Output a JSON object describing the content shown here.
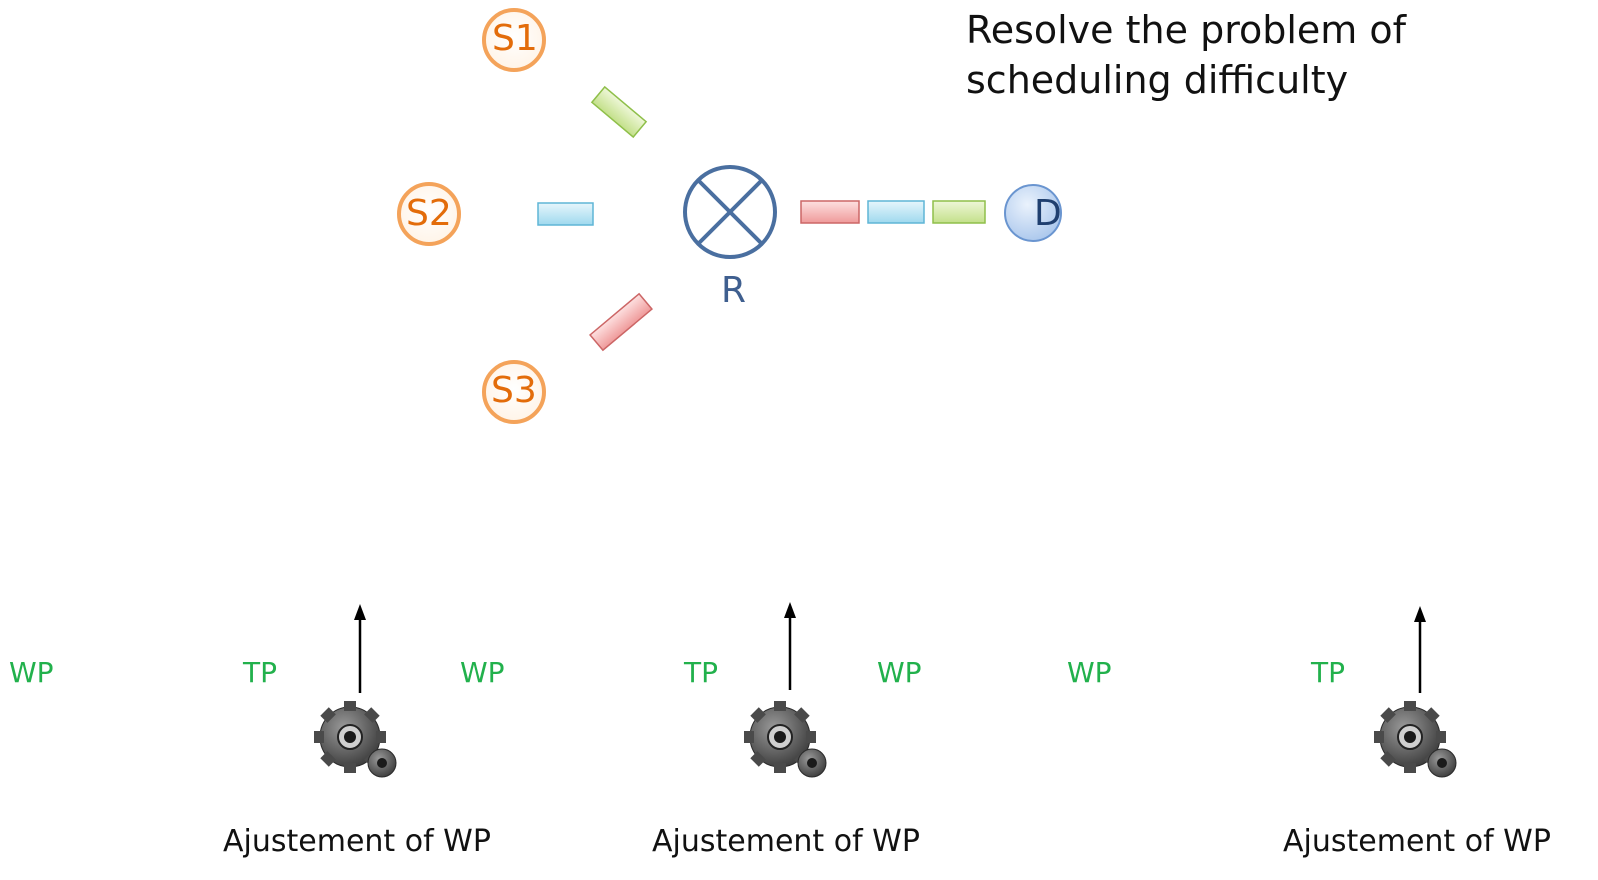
{
  "title": {
    "line1": "Resolve the problem of",
    "line2": "scheduling difficulty"
  },
  "nodes": {
    "s1": "S1",
    "s2": "S2",
    "s3": "S3",
    "router": "R",
    "destination": "D"
  },
  "timeline": {
    "phase_labels": [
      "WP",
      "TP",
      "WP",
      "TP",
      "WP",
      "WP",
      "TP"
    ],
    "gear_labels": [
      "Ajustement of WP",
      "Ajustement of WP",
      "Ajustement of WP"
    ]
  },
  "colors": {
    "source": "#f4a35a",
    "source_text": "#e36c0a",
    "router": "#4a6fa0",
    "destination": "#6a95d0",
    "packet_green": "#d3eaa8",
    "packet_blue": "#bfe6f5",
    "packet_red": "#f6b6b6",
    "phase_text": "#22b14c"
  }
}
